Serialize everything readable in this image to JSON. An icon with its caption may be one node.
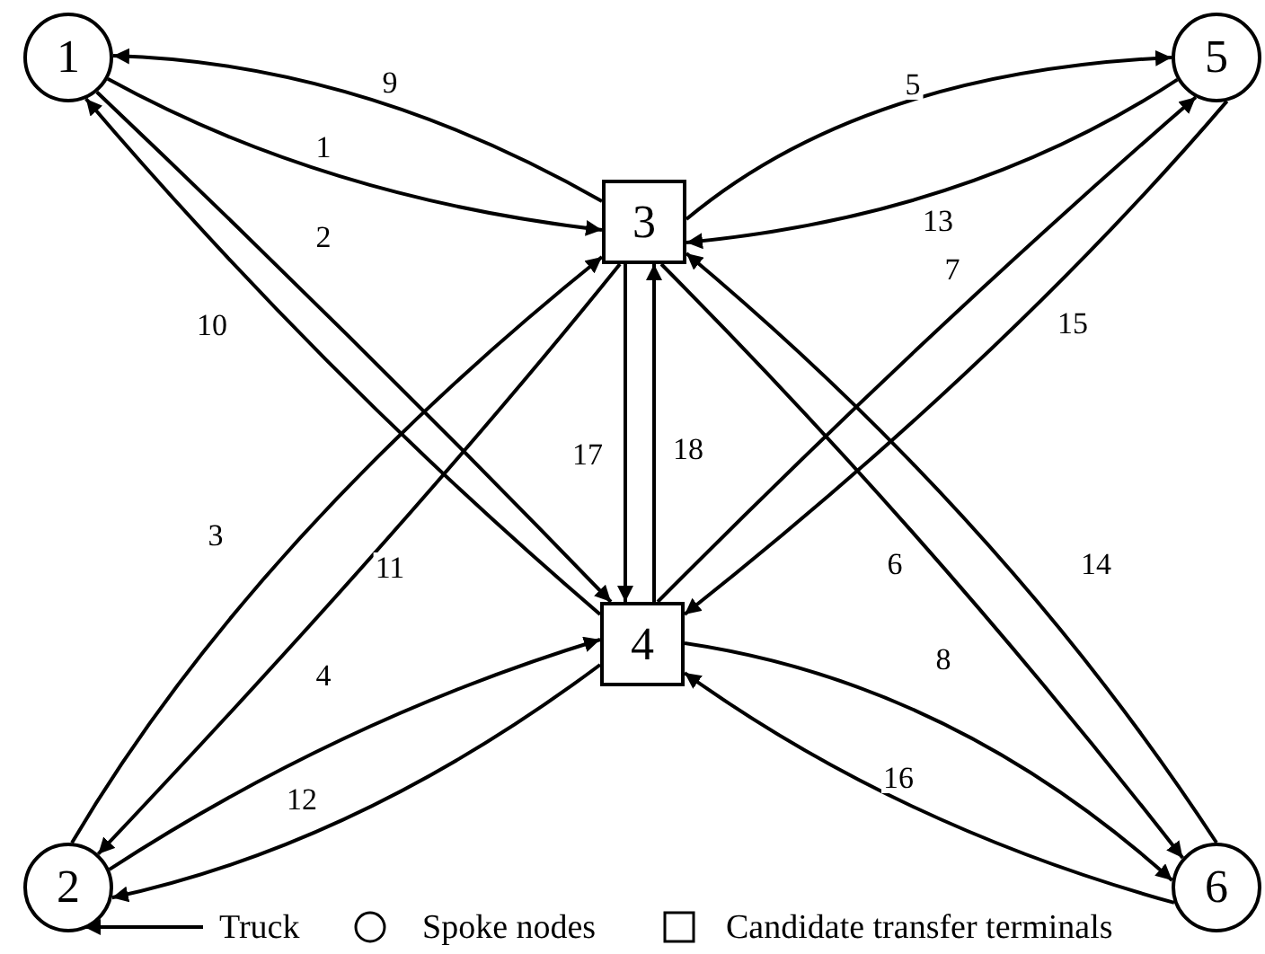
{
  "diagram": {
    "nodes": [
      {
        "text": [
          "1"
        ]
      },
      {
        "text": [
          "2"
        ]
      },
      {
        "text": [
          "3"
        ]
      },
      {
        "text": [
          "4"
        ]
      },
      {
        "text": [
          "5"
        ]
      },
      {
        "text": [
          "6"
        ]
      }
    ],
    "edges": [
      {
        "from": 0,
        "to": 2,
        "arrow": "to",
        "label": "1"
      },
      {
        "from": 0,
        "to": 3,
        "arrow": "to",
        "label": "2"
      },
      {
        "from": 1,
        "to": 2,
        "arrow": "to",
        "label": "3"
      },
      {
        "from": 1,
        "to": 3,
        "arrow": "to",
        "label": "4"
      },
      {
        "from": 2,
        "to": 4,
        "arrow": "to",
        "label": "5"
      },
      {
        "from": 2,
        "to": 5,
        "arrow": "to",
        "label": "6"
      },
      {
        "from": 3,
        "to": 4,
        "arrow": "to",
        "label": "7"
      },
      {
        "from": 3,
        "to": 5,
        "arrow": "to",
        "label": "8"
      },
      {
        "from": 2,
        "to": 0,
        "arrow": "to",
        "label": "9"
      },
      {
        "from": 3,
        "to": 0,
        "arrow": "to",
        "label": "10"
      },
      {
        "from": 2,
        "to": 1,
        "arrow": "to",
        "label": "11"
      },
      {
        "from": 3,
        "to": 1,
        "arrow": "to",
        "label": "12"
      },
      {
        "from": 4,
        "to": 2,
        "arrow": "to",
        "label": "13"
      },
      {
        "from": 5,
        "to": 2,
        "arrow": "to",
        "label": "14"
      },
      {
        "from": 4,
        "to": 3,
        "arrow": "to",
        "label": "15"
      },
      {
        "from": 5,
        "to": 3,
        "arrow": "to",
        "label": "16"
      },
      {
        "from": 2,
        "to": 3,
        "arrow": "to",
        "label": "17"
      },
      {
        "from": 3,
        "to": 2,
        "arrow": "to",
        "label": "18"
      }
    ],
    "legend": [
      {
        "text": "Truck"
      },
      {
        "text": "Spoke nodes"
      },
      {
        "text": "Candidate transfer terminals"
      }
    ]
  }
}
